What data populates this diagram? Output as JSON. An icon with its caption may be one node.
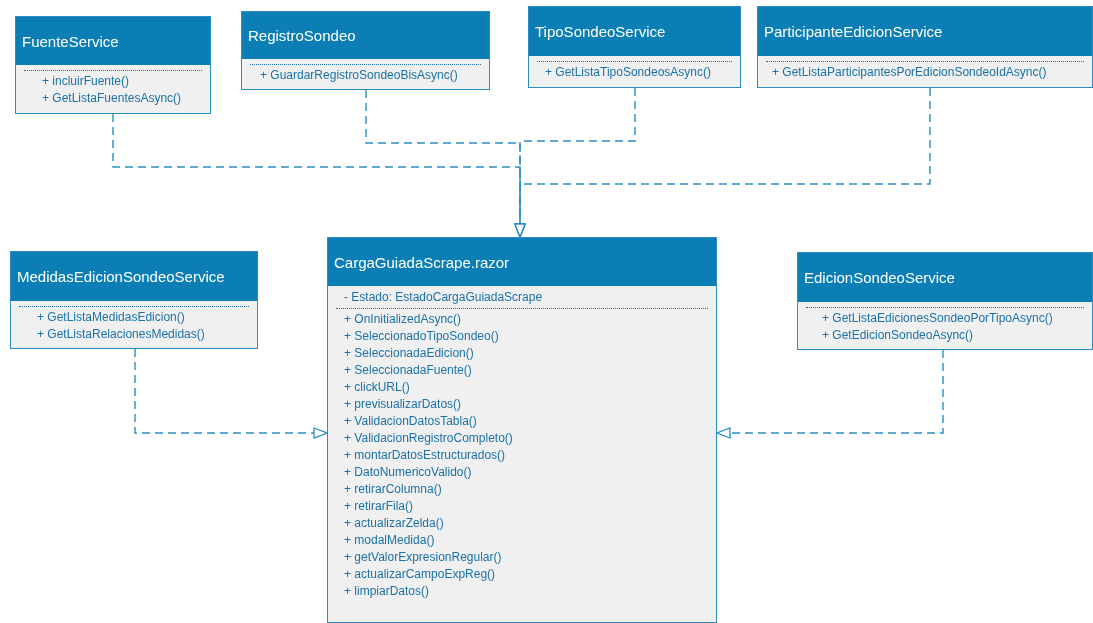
{
  "diagram": {
    "nodes": [
      {
        "text": [
          "FuenteService",
          "+ incluirFuente()",
          "+ GetListaFuentesAsync()"
        ]
      },
      {
        "text": [
          "RegistroSondeo",
          "+ GuardarRegistroSondeoBisAsync()"
        ]
      },
      {
        "text": [
          "TipoSondeoService",
          "+ GetListaTipoSondeosAsync()"
        ]
      },
      {
        "text": [
          "ParticipanteEdicionService",
          "+ GetListaParticipantesPorEdicionSondeoIdAsync()"
        ]
      },
      {
        "text": [
          "MedidasEdicionSondeoService",
          "+ GetListaMedidasEdicion()",
          "+ GetListaRelacionesMedidas()"
        ]
      },
      {
        "text": [
          "CargaGuiadaScrape.razor",
          "- Estado: EstadoCargaGuiadaScrape",
          "+ OnInitializedAsync()",
          "+ SeleccionadoTipoSondeo()",
          "+ SeleccionadaEdicion()",
          "+ SeleccionadaFuente()",
          "+ clickURL()",
          "+ previsualizarDatos()",
          "+ ValidacionDatosTabla()",
          "+ ValidacionRegistroCompleto()",
          "+ montarDatosEstructurados()",
          "+ DatoNumericoValido()",
          "+ retirarColumna()",
          "+ retirarFila()",
          "+ actualizarZelda()",
          "+ modalMedida()",
          "+ getValorExpresionRegular()",
          "+ actualizarCampoExpReg()",
          "+ limpiarDatos()"
        ]
      },
      {
        "text": [
          "EdicionSondeoService",
          "+ GetListaEdicionesSondeoPorTipoAsync()",
          "+ GetEdicionSondeoAsync()"
        ]
      }
    ],
    "edges": [
      {
        "from": 0,
        "to": 5,
        "arrow": "to",
        "style": "dashed"
      },
      {
        "from": 1,
        "to": 5,
        "arrow": "to",
        "style": "dashed"
      },
      {
        "from": 2,
        "to": 5,
        "arrow": "to",
        "style": "dashed"
      },
      {
        "from": 3,
        "to": 5,
        "arrow": "to",
        "style": "dashed"
      },
      {
        "from": 4,
        "to": 5,
        "arrow": "to",
        "style": "dashed"
      },
      {
        "from": 6,
        "to": 5,
        "arrow": "to",
        "style": "dashed"
      }
    ]
  }
}
